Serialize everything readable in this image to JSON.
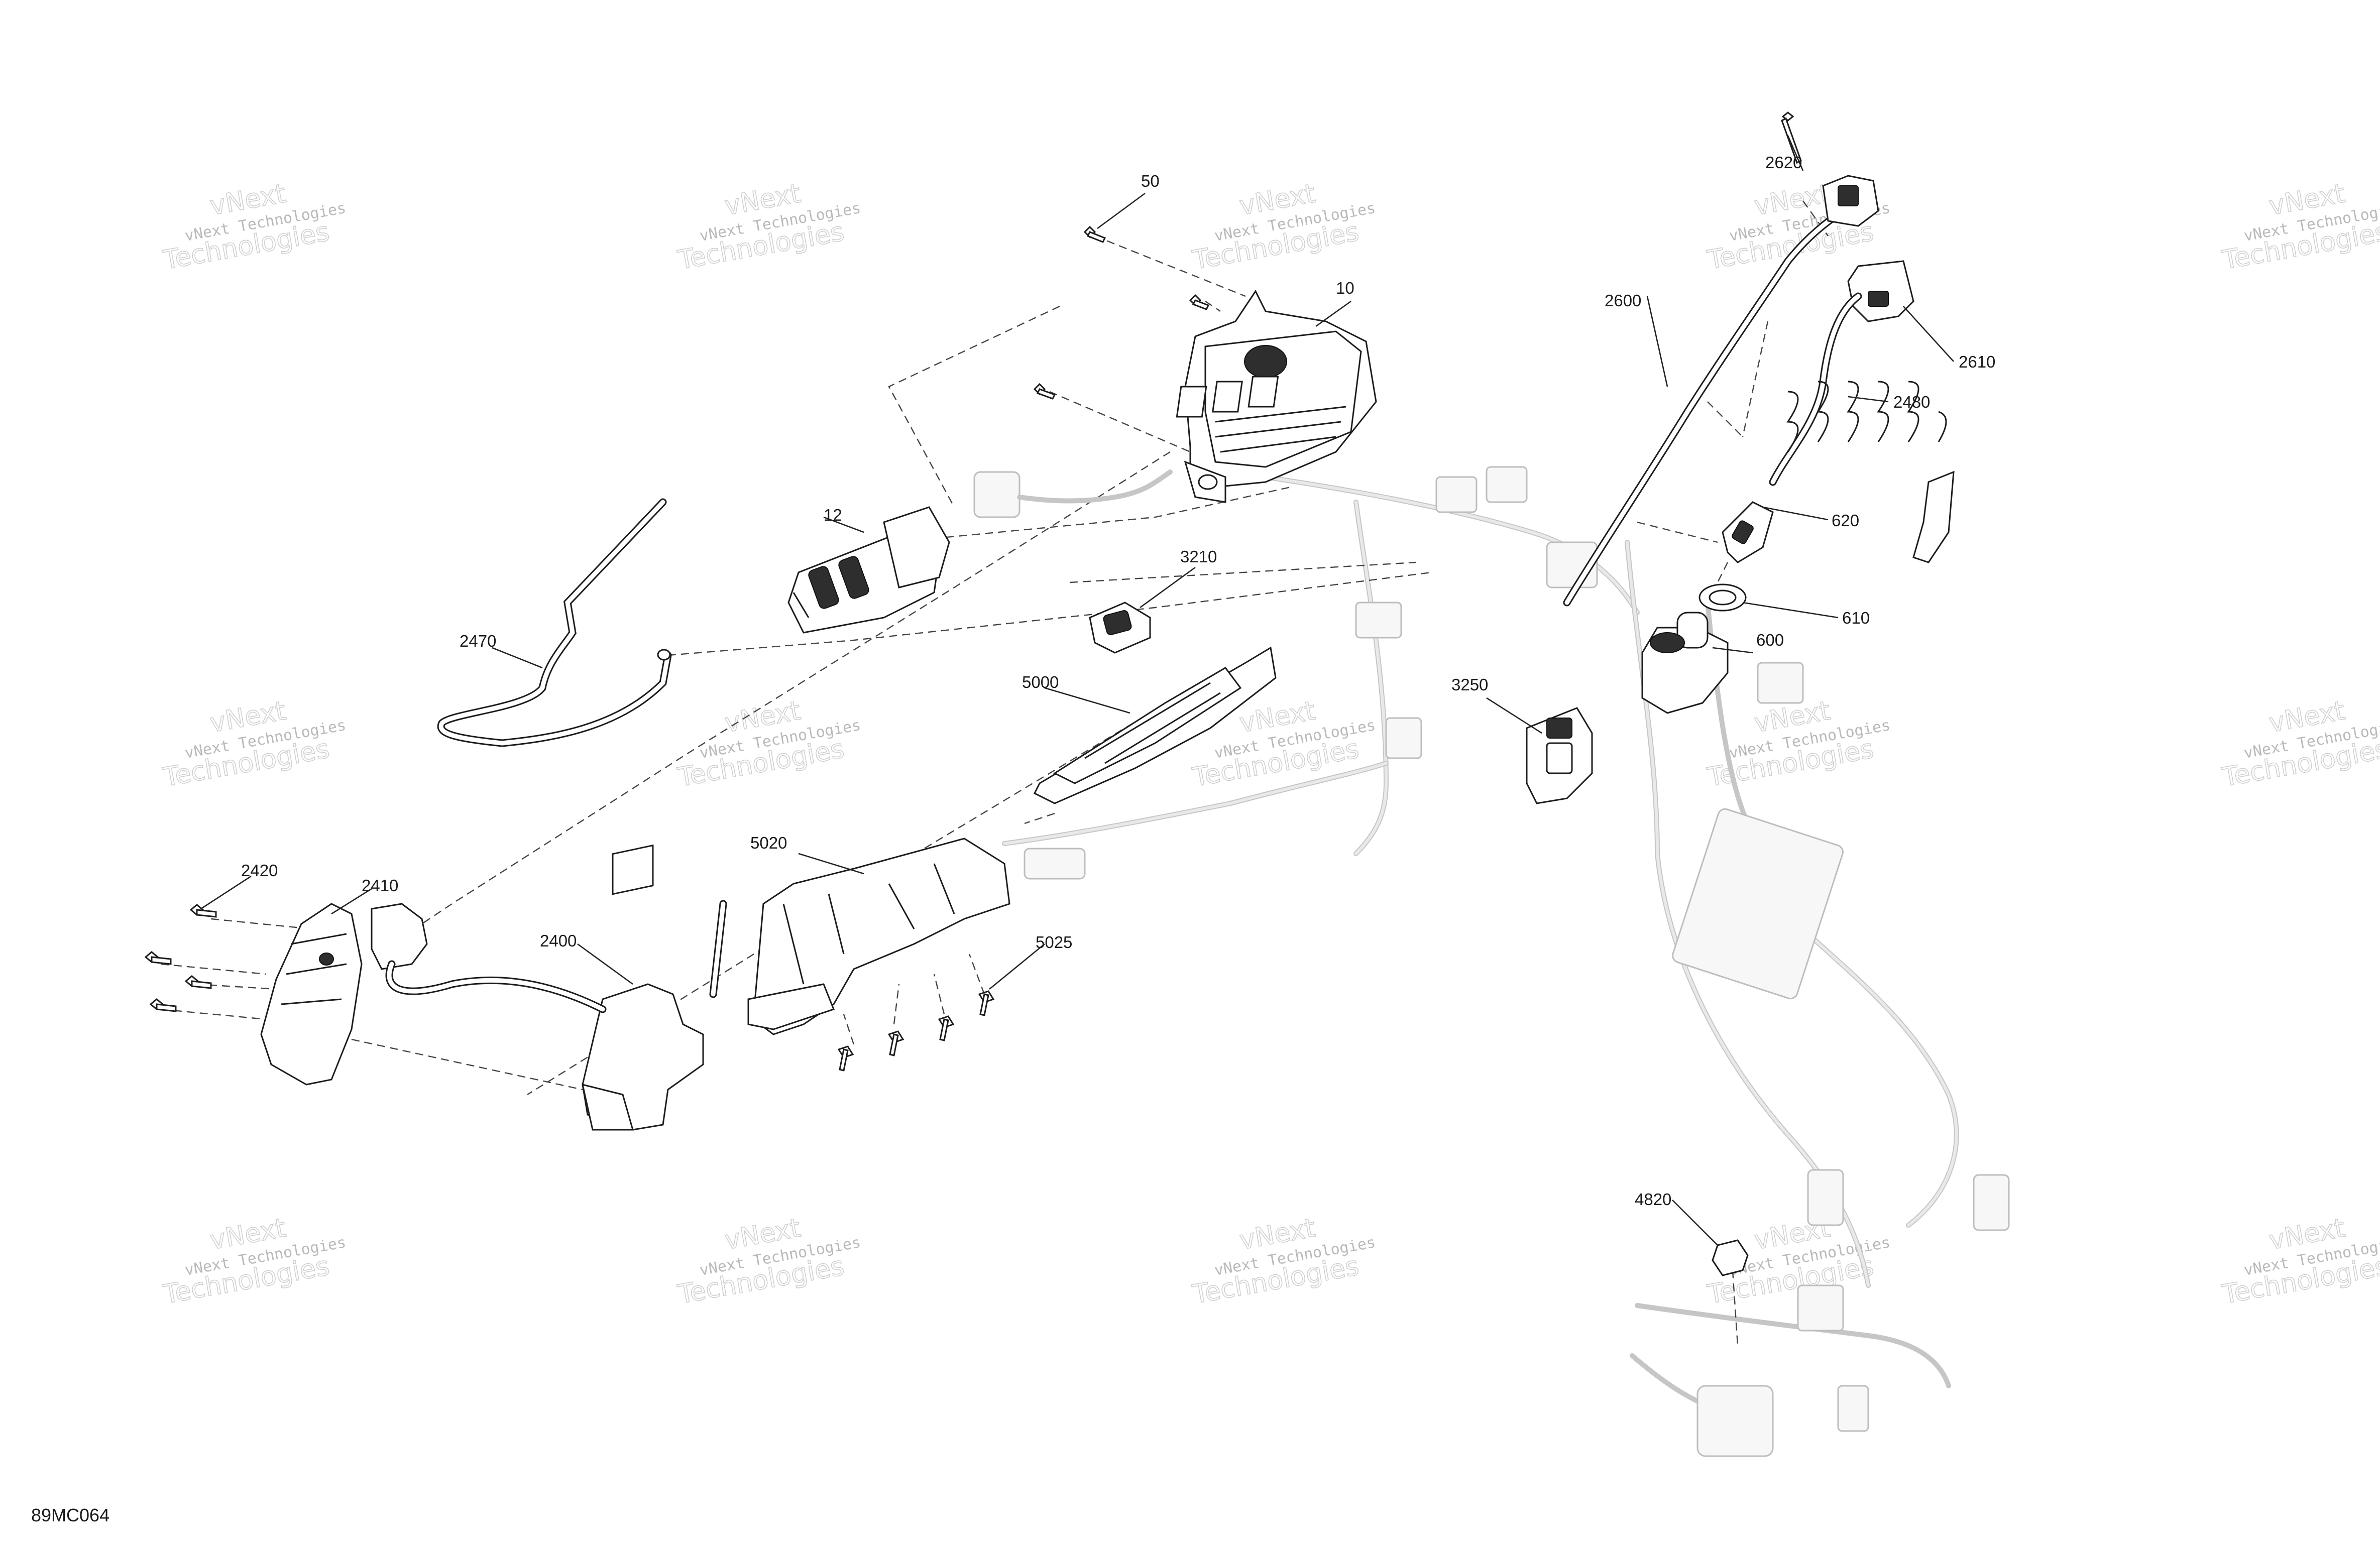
{
  "diagram": {
    "code": "89MC064",
    "watermark": {
      "line1": "vNext Technologies",
      "line2": "vNext",
      "line3": "Technologies"
    },
    "callouts": [
      {
        "id": "50",
        "label": "50"
      },
      {
        "id": "10",
        "label": "10"
      },
      {
        "id": "12",
        "label": "12"
      },
      {
        "id": "2470",
        "label": "2470"
      },
      {
        "id": "3210",
        "label": "3210"
      },
      {
        "id": "5000",
        "label": "5000"
      },
      {
        "id": "2620",
        "label": "2620"
      },
      {
        "id": "2600",
        "label": "2600"
      },
      {
        "id": "2610",
        "label": "2610"
      },
      {
        "id": "2480",
        "label": "2480"
      },
      {
        "id": "620",
        "label": "620"
      },
      {
        "id": "610",
        "label": "610"
      },
      {
        "id": "600",
        "label": "600"
      },
      {
        "id": "3250",
        "label": "3250"
      },
      {
        "id": "5020",
        "label": "5020"
      },
      {
        "id": "5025",
        "label": "5025"
      },
      {
        "id": "2420",
        "label": "2420"
      },
      {
        "id": "2410",
        "label": "2410"
      },
      {
        "id": "2400",
        "label": "2400"
      },
      {
        "id": "4820",
        "label": "4820"
      }
    ]
  }
}
